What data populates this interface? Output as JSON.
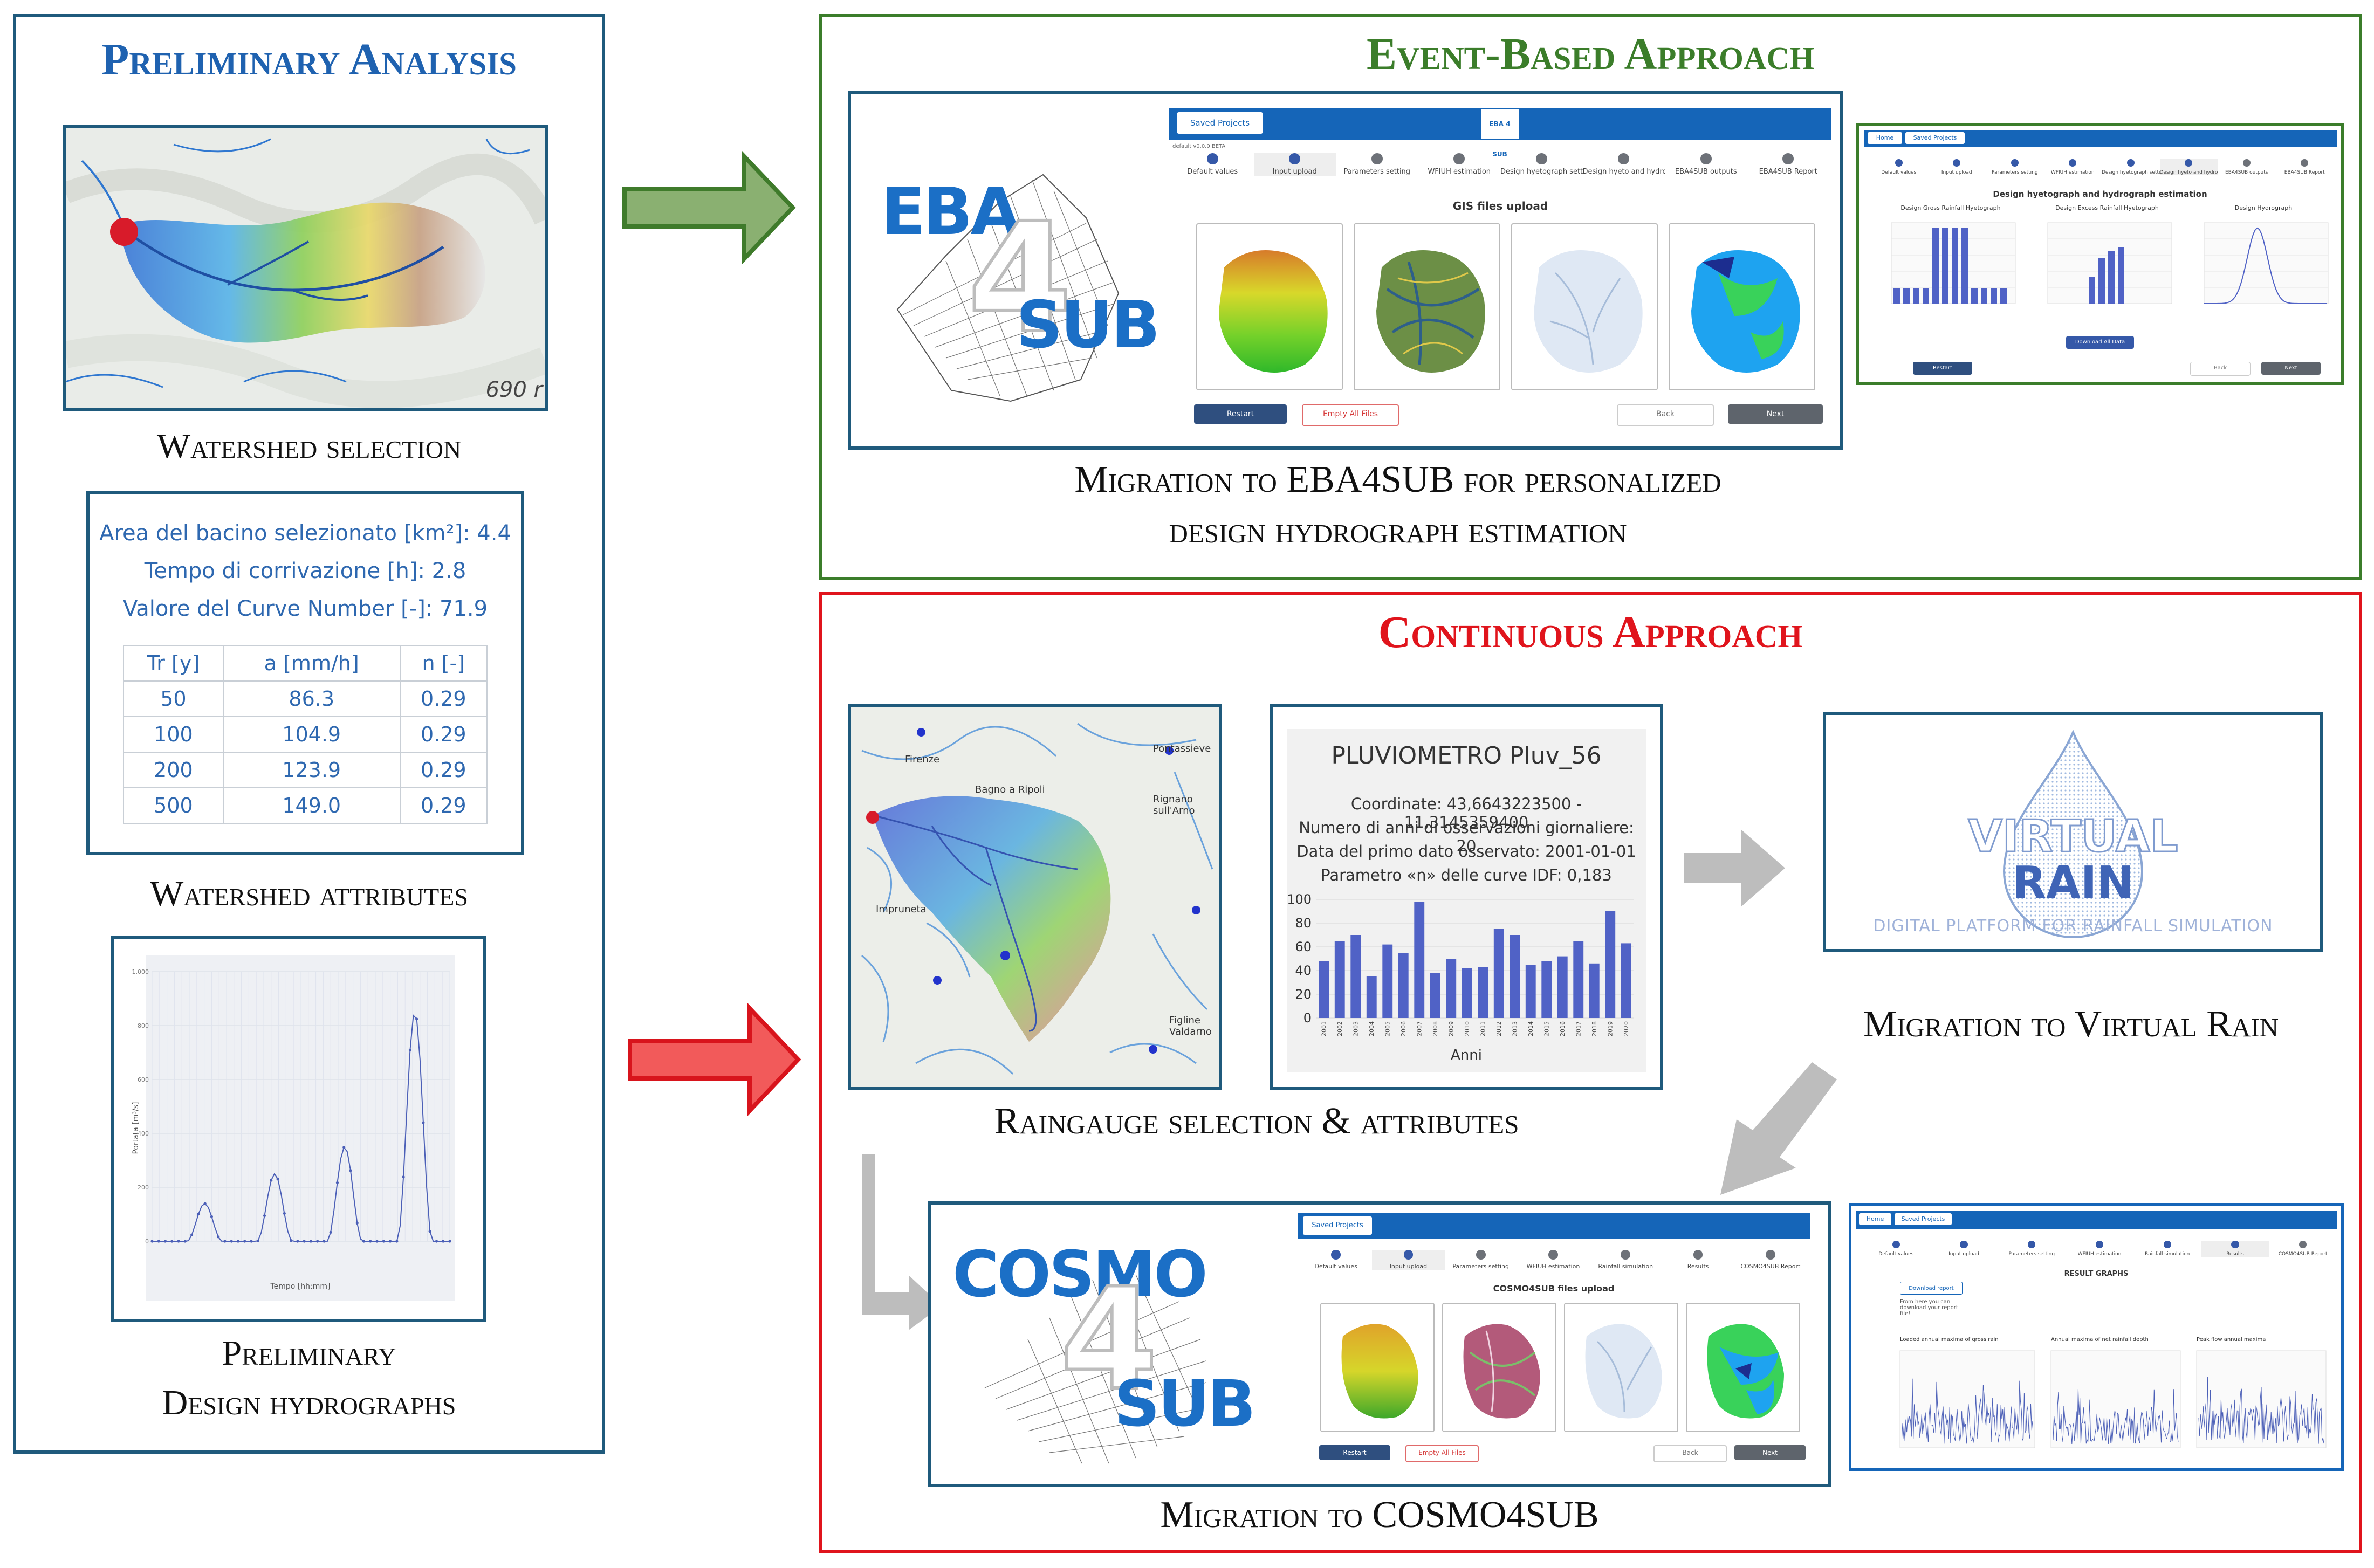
{
  "left": {
    "title": "Preliminary Analysis",
    "map_scale": "690 r",
    "watershed_selection": "Watershed selection",
    "attributes": {
      "area": "Area del bacino selezionato [km²]: 4.4",
      "tempo": "Tempo di corrivazione [h]: 2.8",
      "cn": "Valore del Curve Number [-]: 71.9",
      "headers": [
        "Tr [y]",
        "a [mm/h]",
        "n [-]"
      ],
      "rows": [
        [
          "50",
          "86.3",
          "0.29"
        ],
        [
          "100",
          "104.9",
          "0.29"
        ],
        [
          "200",
          "123.9",
          "0.29"
        ],
        [
          "500",
          "149.0",
          "0.29"
        ]
      ]
    },
    "watershed_attributes": "Watershed attributes",
    "hydro_chart": {
      "ylabel": "Portata [m³/s]",
      "xlabel": "Tempo [hh:mm]",
      "yticks": [
        "1,000",
        "800",
        "600",
        "400",
        "200",
        "0"
      ]
    },
    "hydro_caption_1": "Preliminary",
    "hydro_caption_2": "Design hydrographs"
  },
  "event": {
    "title": "Event-Based Approach",
    "logo_top": "EBA",
    "logo_mid": "4",
    "logo_bottom": "SUB",
    "saved_projects": "Saved Projects",
    "app_logo": "EBA 4 SUB",
    "version": "default v0.0.0 BETA",
    "steps": [
      "Default values",
      "Input upload",
      "Parameters setting",
      "WFIUH estimation",
      "Design hyetograph setti...",
      "Design hyeto and hydro",
      "EBA4SUB outputs",
      "EBA4SUB Report"
    ],
    "section_title": "GIS files upload",
    "restart": "Restart",
    "empty_files": "Empty All Files",
    "back": "Back",
    "next": "Next",
    "second_home": "Home",
    "second_saved": "Saved Projects",
    "second_title": "Design hyetograph and hydrograph estimation",
    "chart_titles": [
      "Design Gross Rainfall Hyetograph",
      "Design Excess Rainfall Hyetograph",
      "Design Hydrograph"
    ],
    "download": "Download All Data",
    "caption_1": "Migration to EBA4SUB for personalized",
    "caption_2": "design hydrograph estimation"
  },
  "continuous": {
    "title": "Continuous Approach",
    "map_labels": [
      "Firenze",
      "Pontassieve",
      "Bagno a Ripoli",
      "Rignano sull'Arno",
      "Impruneta",
      "Figline Valdarno"
    ],
    "pluv_title": "PLUVIOMETRO Pluv_56",
    "pluv_lines": [
      "Coordinate: 43,6643223500 - 11,3145359400",
      "Numero di anni di osservazioni giornaliere: 20",
      "Data del primo dato osservato: 2001-01-01",
      "Parametro «n» delle curve IDF: 0,183"
    ],
    "pluv_xlabel": "Anni",
    "raingauge_caption": "Raingauge selection & attributes",
    "vr_virtual": "VIRTUAL",
    "vr_rain": "RAIN",
    "vr_subtitle": "DIGITAL PLATFORM FOR RAINFALL SIMULATION",
    "vr_caption": "Migration to Virtual Rain",
    "cosmo_logo_top": "COSMO",
    "cosmo_logo_mid": "4",
    "cosmo_logo_bottom": "SUB",
    "cosmo_saved": "Saved Projects",
    "cosmo_steps": [
      "Default values",
      "Input upload",
      "Parameters setting",
      "WFIUH estimation",
      "Rainfall simulation",
      "Results",
      "COSMO4SUB Report"
    ],
    "cosmo_section": "COSMO4SUB files upload",
    "cosmo_restart": "Restart",
    "cosmo_empty": "Empty All Files",
    "cosmo_back": "Back",
    "cosmo_next": "Next",
    "res_home": "Home",
    "res_saved": "Saved Projects",
    "res_steps": [
      "Default values",
      "Input upload",
      "Parameters setting",
      "WFIUH estimation",
      "Rainfall simulation",
      "Results",
      "COSMO4SUB Report"
    ],
    "res_download": "Download report",
    "res_note": "From here you can download your report file!",
    "res_title": "RESULT GRAPHS",
    "res_chart_titles": [
      "Loaded annual maxima of gross rain",
      "Annual maxima of net rainfall depth",
      "Peak flow annual maxima"
    ],
    "cosmo_caption": "Migration to COSMO4SUB"
  },
  "chart_data": [
    {
      "type": "line",
      "ylabel": "Portata [m³/s]",
      "xlabel": "Tempo [hh:mm]",
      "ylim": [
        0,
        1000
      ],
      "series": [
        {
          "values": [
            0,
            0,
            0,
            140,
            0,
            0,
            0,
            250,
            0,
            0,
            0,
            350,
            0,
            0,
            0,
            850,
            0,
            0
          ]
        }
      ]
    },
    {
      "type": "bar",
      "xlabel": "Anni",
      "ylim": [
        0,
        100
      ],
      "categories": [
        "2001",
        "2002",
        "2003",
        "2004",
        "2005",
        "2006",
        "2007",
        "2008",
        "2009",
        "2010",
        "2011",
        "2012",
        "2013",
        "2014",
        "2015",
        "2016",
        "2017",
        "2018",
        "2019",
        "2020"
      ],
      "values": [
        48,
        65,
        70,
        35,
        62,
        55,
        98,
        38,
        50,
        42,
        43,
        75,
        70,
        45,
        48,
        52,
        65,
        46,
        90,
        63
      ]
    }
  ]
}
